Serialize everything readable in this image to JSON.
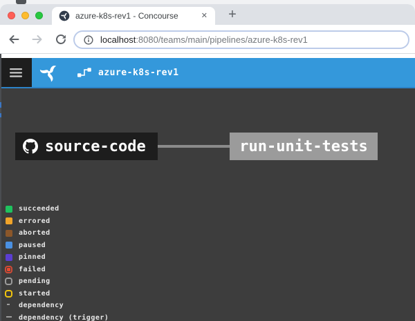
{
  "window": {
    "tab": {
      "title": "azure-k8s-rev1 - Concourse",
      "close_glyph": "✕",
      "new_tab_glyph": "+"
    },
    "address_bar": {
      "host": "localhost",
      "path": ":8080/teams/main/pipelines/azure-k8s-rev1"
    },
    "traffic_lights": {
      "close_color": "#ff5f57",
      "minimize_color": "#febc2e",
      "zoom_color": "#28c840"
    }
  },
  "concourse": {
    "header": {
      "pipeline_name": "azure-k8s-rev1",
      "background": "#3498db",
      "sidebar_toggle_background": "#1e1e1e"
    },
    "graph": {
      "background": "#3d3d3d",
      "edge_color": "#8b8b8b",
      "resource": {
        "label": "source-code",
        "background": "#1d1d1d",
        "icon": "github-icon"
      },
      "job": {
        "label": "run-unit-tests",
        "background": "#9b9b9b"
      }
    },
    "legend": {
      "items": [
        {
          "label": "succeeded",
          "color": "#1fc25e",
          "style": "filled"
        },
        {
          "label": "errored",
          "color": "#f0a42a",
          "style": "filled"
        },
        {
          "label": "aborted",
          "color": "#8b572a",
          "style": "filled"
        },
        {
          "label": "paused",
          "color": "#4a90e2",
          "style": "filled"
        },
        {
          "label": "pinned",
          "color": "#5b3ed1",
          "style": "filled"
        },
        {
          "label": "failed",
          "color": "#e8492f",
          "border_color": "#d14a36",
          "style": "outlined-filled"
        },
        {
          "label": "pending",
          "color": "#9b9b9b",
          "style": "outlined"
        },
        {
          "label": "started",
          "color": "#f1c40f",
          "style": "outlined"
        },
        {
          "label": "dependency",
          "color": "#9b9b9b",
          "style": "line"
        },
        {
          "label": "dependency (trigger)",
          "color": "#9b9b9b",
          "style": "line-long"
        }
      ]
    }
  },
  "icons": {
    "close-tab-icon": "✕",
    "new-tab-icon": "+",
    "back-icon": "arrow-left",
    "forward-icon": "arrow-right",
    "reload-icon": "circular-arrow",
    "site-info-icon": "info-circle",
    "menu-icon": "hamburger",
    "concourse-logo-icon": "propeller",
    "concourse-favicon": "propeller-in-dark-circle",
    "pipeline-breadcrumb-icon": "node-graph",
    "github-icon": "octocat"
  }
}
